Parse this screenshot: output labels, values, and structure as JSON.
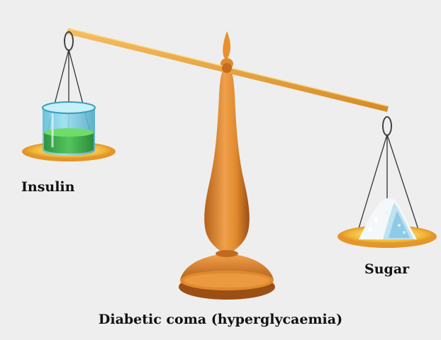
{
  "diagram": {
    "left_pan_label": "Insulin",
    "right_pan_label": "Sugar",
    "caption": "Diabetic coma (hyperglycaemia)"
  },
  "colors": {
    "background": "#eeeeee",
    "brass": "#e08a2e",
    "brass_dark": "#b5611b",
    "brass_light": "#f6c062",
    "pan_yellow": "#f2c54a",
    "beaker_blue": "#7fd0e6",
    "liquid_green": "#3aa84a",
    "sugar_white": "#f4f8fb"
  }
}
